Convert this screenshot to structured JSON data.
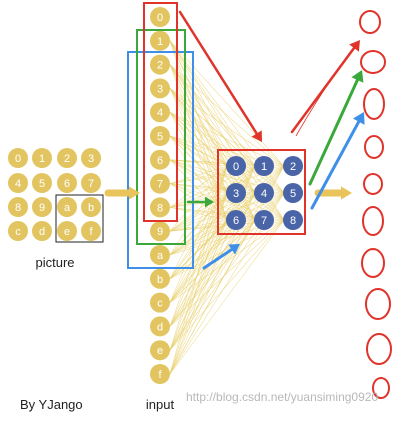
{
  "picture": {
    "label": "picture",
    "cells": [
      "0",
      "1",
      "2",
      "3",
      "4",
      "5",
      "6",
      "7",
      "8",
      "9",
      "a",
      "b",
      "c",
      "d",
      "e",
      "f"
    ]
  },
  "input": {
    "label": "input",
    "nodes": [
      "0",
      "1",
      "2",
      "3",
      "4",
      "5",
      "6",
      "7",
      "8",
      "9",
      "a",
      "b",
      "c",
      "d",
      "e",
      "f"
    ]
  },
  "filter": {
    "nodes": [
      "0",
      "1",
      "2",
      "3",
      "4",
      "5",
      "6",
      "7",
      "8"
    ]
  },
  "output": {
    "node_count": 10
  },
  "author": "By YJango",
  "watermark": "http://blog.csdn.net/yuansiming0920",
  "colors": {
    "gold": "#e2c560",
    "gold_text": "#ffffff",
    "blue_node": "#4a64a8",
    "red": "#e0332a",
    "green": "#3aa83a",
    "blue": "#3f8ee8",
    "connection": "#e8cf6a",
    "arrow_big": "#e8c45a",
    "watermark": "#b8b8b8"
  }
}
